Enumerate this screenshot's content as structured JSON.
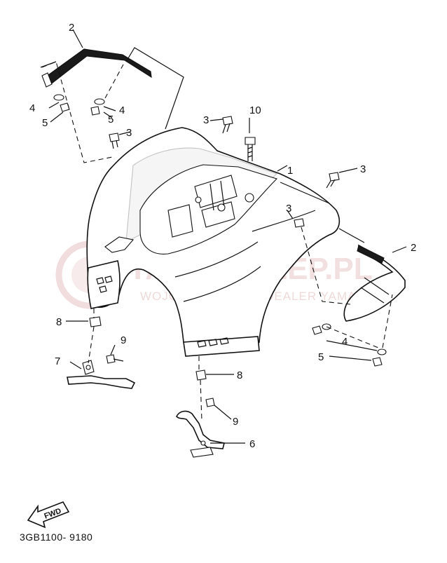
{
  "diagram": {
    "parts": [
      {
        "number": "1"
      },
      {
        "number": "2"
      },
      {
        "number": "3"
      },
      {
        "number": "4"
      },
      {
        "number": "5"
      },
      {
        "number": "6"
      },
      {
        "number": "7"
      },
      {
        "number": "8"
      },
      {
        "number": "9"
      },
      {
        "number": "10"
      }
    ],
    "callouts": {
      "c2_left": "2",
      "c2_right": "2",
      "c4_left": "4",
      "c5_left": "5",
      "c4_mid": "4",
      "c5_mid": "5",
      "c3_a": "3",
      "c3_b": "3",
      "c10": "10",
      "c1": "1",
      "c3_c": "3",
      "c3_d": "3",
      "c8_a": "8",
      "c9_a": "9",
      "c7": "7",
      "c4_right": "4",
      "c5_right": "5",
      "c8_b": "8",
      "c9_b": "9",
      "c6": "6"
    },
    "fwd_label": "FWD",
    "diagram_code": "3GB1100- 9180"
  },
  "watermark": {
    "title": "YAMA-SKLEP.PL",
    "subtitle": "WOJCIECHOWICE | DEALER YAMAHA",
    "color": "#e8c6c6"
  }
}
